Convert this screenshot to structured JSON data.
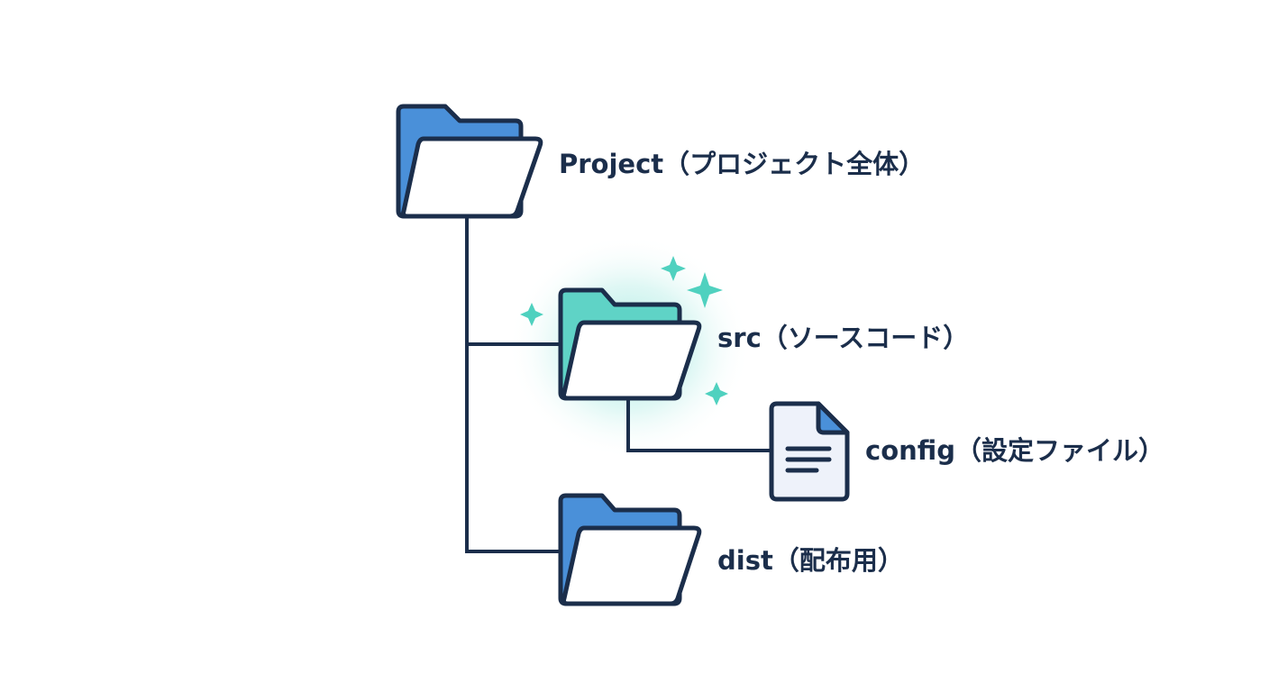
{
  "tree": {
    "root": {
      "label": "Project（プロジェクト全体）",
      "icon": "folder-icon"
    },
    "children": [
      {
        "label": "src（ソースコード）",
        "icon": "folder-icon",
        "highlighted": true,
        "children": [
          {
            "label": "config（設定ファイル）",
            "icon": "document-icon"
          }
        ]
      },
      {
        "label": "dist（配布用）",
        "icon": "folder-icon"
      }
    ]
  },
  "colors": {
    "outline": "#1b2e4b",
    "folder_blue": "#4a90d9",
    "folder_teal": "#5fd3c6",
    "sparkle": "#4fd1bf",
    "glow": "#5fd8c8",
    "document_fill": "#eef2fa",
    "document_corner": "#4a90d9"
  }
}
